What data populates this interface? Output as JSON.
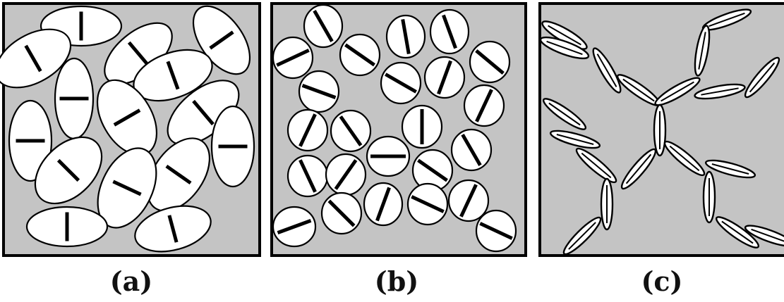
{
  "figure": {
    "panels": [
      {
        "id": "a",
        "label": "(a)"
      },
      {
        "id": "b",
        "label": "(b)"
      },
      {
        "id": "c",
        "label": "(c)"
      }
    ],
    "colors": {
      "panel_fill": "#c4c4c4",
      "particle_fill": "#ffffff",
      "stroke": "#000000",
      "caption": "#111111"
    }
  }
}
